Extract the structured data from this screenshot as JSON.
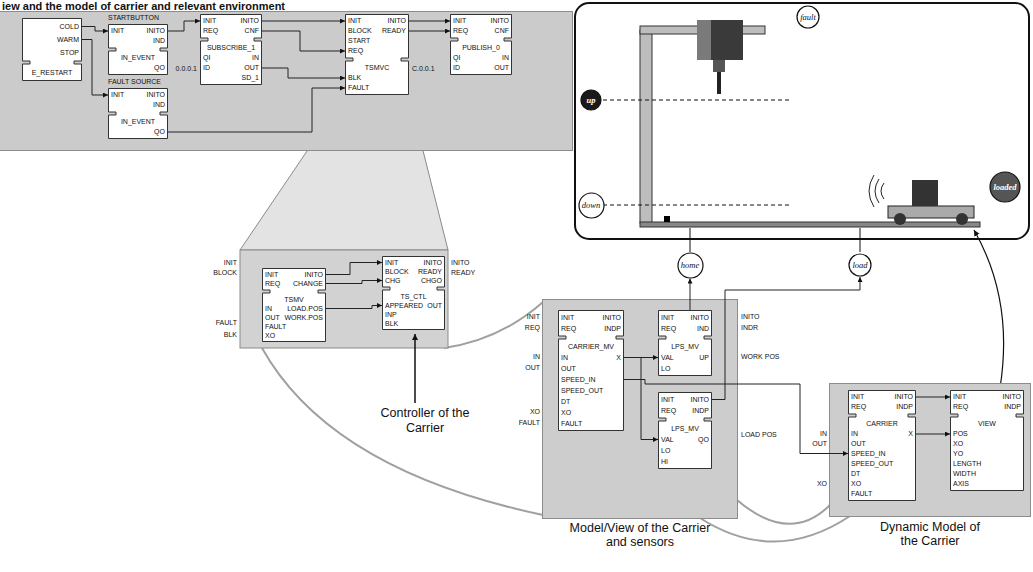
{
  "diagram": {
    "nodes": [
      {
        "text": [
          "iew and the model of carrier and relevant environment"
        ]
      },
      {
        "text": [
          "E_RESTART",
          "COLD",
          "WARM",
          "STOP"
        ],
        "in": 0
      },
      {
        "text": [
          "STARTBUTTON",
          "IN_EVENT",
          "INIT",
          "INITO",
          "IND",
          "QO"
        ],
        "in": 0
      },
      {
        "text": [
          "FAULT SOURCE",
          "IN_EVENT",
          "INIT",
          "INITO",
          "IND",
          "QO"
        ],
        "in": 0
      },
      {
        "text": [
          "SUBSCRIBE_1",
          "INIT",
          "REQ",
          "INITO",
          "CNF",
          "QI",
          "ID",
          "IN",
          "OUT",
          "SD_1"
        ],
        "in": 0
      },
      {
        "text": [
          "TSMVC",
          "INIT",
          "BLOCK",
          "START",
          "REQ",
          "INITO",
          "READY",
          "BLK",
          "FAULT"
        ],
        "in": 0
      },
      {
        "text": [
          "PUBLISH_0",
          "INIT",
          "REQ",
          "INITO",
          "CNF",
          "QI",
          "ID",
          "IN",
          "OUT"
        ],
        "in": 0
      },
      {
        "text": [
          "TSMV",
          "INIT",
          "REQ",
          "INITO",
          "CHANGE",
          "IN",
          "OUT",
          "FAULT",
          "XO",
          "LOAD.POS",
          "WORK.POS"
        ]
      },
      {
        "text": [
          "TS_CTL",
          "INIT",
          "BLOCK",
          "CHG",
          "INITO",
          "READY",
          "CHGO",
          "APPEARED",
          "INP",
          "BLK",
          "OUT"
        ]
      },
      {
        "text": [
          "Model/View of the Carrier and sensors"
        ]
      },
      {
        "text": [
          "CARRIER_MV",
          "INIT",
          "REQ",
          "INITO",
          "INDP",
          "IN",
          "OUT",
          "SPEED_IN",
          "SPEED_OUT",
          "DT",
          "XO",
          "FAULT",
          "X"
        ],
        "in": 9
      },
      {
        "text": [
          "LPS_MV",
          "INIT",
          "REQ",
          "INITO",
          "IND",
          "VAL",
          "LO",
          "UP"
        ],
        "in": 9
      },
      {
        "text": [
          "LPS_MV",
          "INIT",
          "REQ",
          "INITO",
          "INDP",
          "VAL",
          "LO",
          "HI",
          "QO"
        ],
        "in": 9
      },
      {
        "text": [
          "Dynamic Model of the Carrier"
        ]
      },
      {
        "text": [
          "CARRIER",
          "INIT",
          "REQ",
          "INITO",
          "INDP",
          "IN",
          "OUT",
          "SPEED_IN",
          "SPEED_OUT",
          "DT",
          "XO",
          "FAULT",
          "X"
        ],
        "in": 13
      },
      {
        "text": [
          "VIEW",
          "INIT",
          "REQ",
          "INITO",
          "INDP",
          "POS",
          "XO",
          "YO",
          "LENGTH",
          "WIDTH",
          "AXIS"
        ],
        "in": 13
      },
      {
        "text": [
          "fault"
        ]
      },
      {
        "text": [
          "up"
        ]
      },
      {
        "text": [
          "down"
        ]
      },
      {
        "text": [
          "loaded"
        ]
      },
      {
        "text": [
          "home"
        ]
      },
      {
        "text": [
          "load"
        ]
      }
    ],
    "edges": [
      {
        "from": 1,
        "to": 2,
        "arrow": "to"
      },
      {
        "from": 1,
        "to": 3,
        "arrow": "to"
      },
      {
        "from": 2,
        "to": 4,
        "arrow": "to"
      },
      {
        "from": 4,
        "to": 5,
        "arrow": "to"
      },
      {
        "from": 4,
        "to": 5,
        "arrow": "to"
      },
      {
        "from": 4,
        "to": 5,
        "arrow": "to"
      },
      {
        "from": 3,
        "to": 5,
        "arrow": "to"
      },
      {
        "from": 5,
        "to": 6,
        "arrow": "to"
      },
      {
        "from": 5,
        "to": 6,
        "arrow": "to"
      },
      {
        "from": 7,
        "to": 8,
        "arrow": "to"
      },
      {
        "from": 7,
        "to": 8,
        "arrow": "to"
      },
      {
        "from": 7,
        "to": 8,
        "arrow": "to"
      },
      {
        "from": 10,
        "to": 11,
        "arrow": "to"
      },
      {
        "from": 10,
        "to": 12,
        "arrow": "to"
      },
      {
        "from": 11,
        "to": 20,
        "arrow": "to"
      },
      {
        "from": 12,
        "to": 21,
        "arrow": "to"
      },
      {
        "from": 10,
        "to": 14,
        "arrow": "to"
      },
      {
        "from": 14,
        "to": 15,
        "arrow": "to"
      },
      {
        "from": 14,
        "to": 15,
        "arrow": "to"
      }
    ],
    "labels": [
      "0.0.0.1",
      "C.0.0.1",
      "INIT",
      "BLOCK",
      "FAULT",
      "BLK",
      "INITO",
      "READY",
      "Controller of the Carrier",
      "INIT",
      "REQ",
      "IN",
      "OUT",
      "XO",
      "FAULT",
      "INITO",
      "INDR",
      "WORK POS",
      "LOAD POS",
      "IN",
      "OUT",
      "XO"
    ]
  }
}
